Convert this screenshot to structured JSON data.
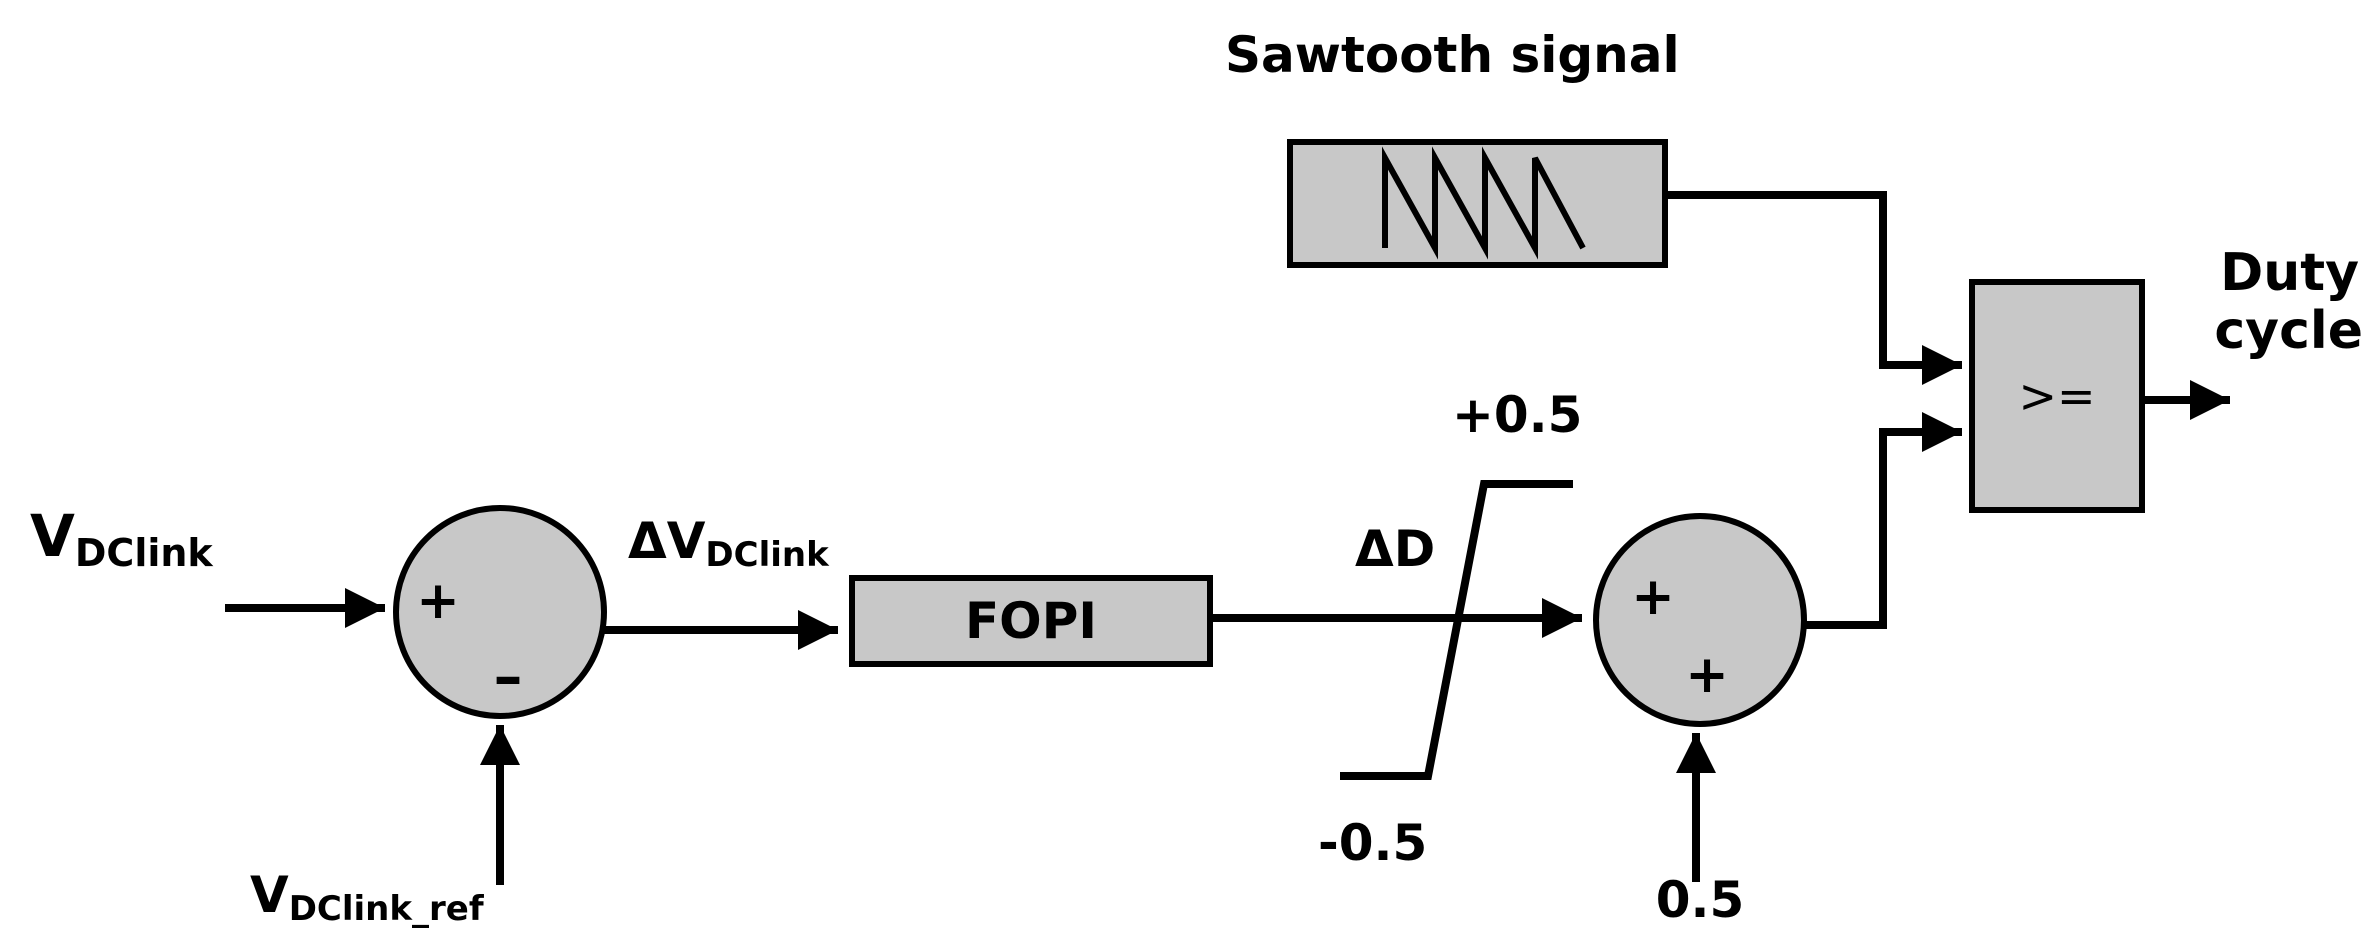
{
  "labels": {
    "sawtooth": "Sawtooth signal",
    "duty_line1": "Duty",
    "duty_line2": "cycle",
    "v_main": "V",
    "v_sub": "DClink",
    "dv_main": "ΔV",
    "dv_sub": "DClink",
    "vref_main": "V",
    "vref_sub": "DClink_ref",
    "delta_d": "ΔD",
    "sat_upper": "+0.5",
    "sat_lower": "-0.5",
    "offset": "0.5"
  },
  "blocks": {
    "fopi": "FOPI",
    "comparator": ">="
  },
  "summer1": {
    "plus": "+",
    "minus": "–"
  },
  "summer2": {
    "plus_top": "+",
    "plus_bottom": "+"
  },
  "colors": {
    "block_fill": "#c8c8c8",
    "line": "#000000",
    "background": "#ffffff"
  }
}
